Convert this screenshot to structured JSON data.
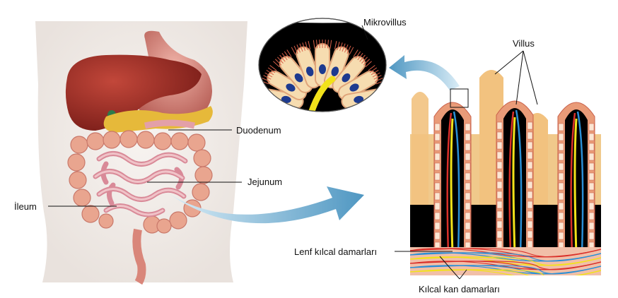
{
  "labels": {
    "duodenum": "Duodenum",
    "jejunum": "Jejunum",
    "ileum": "İleum",
    "mikrovillus": "Mikrovillus",
    "villus": "Villus",
    "lenf": "Lenf kılcal damarları",
    "kilcal_kan": "Kılcal kan damarları"
  },
  "icons": {
    "arrow_main": "curved-arrow-icon",
    "arrow_zoom": "curved-arrow-icon"
  },
  "colors": {
    "liver": "#a8322a",
    "stomach": "#d98a82",
    "intestine": "#e9a58f",
    "small_intestine": "#e3a0a8",
    "pancreas": "#e6b93a",
    "villus_tissue": "#e99b78",
    "villus_fill": "#f2d39a",
    "lymph": "#f2e21a",
    "artery": "#d9302a",
    "vein": "#2a8fd6",
    "arrow": "#8fc3dd"
  }
}
